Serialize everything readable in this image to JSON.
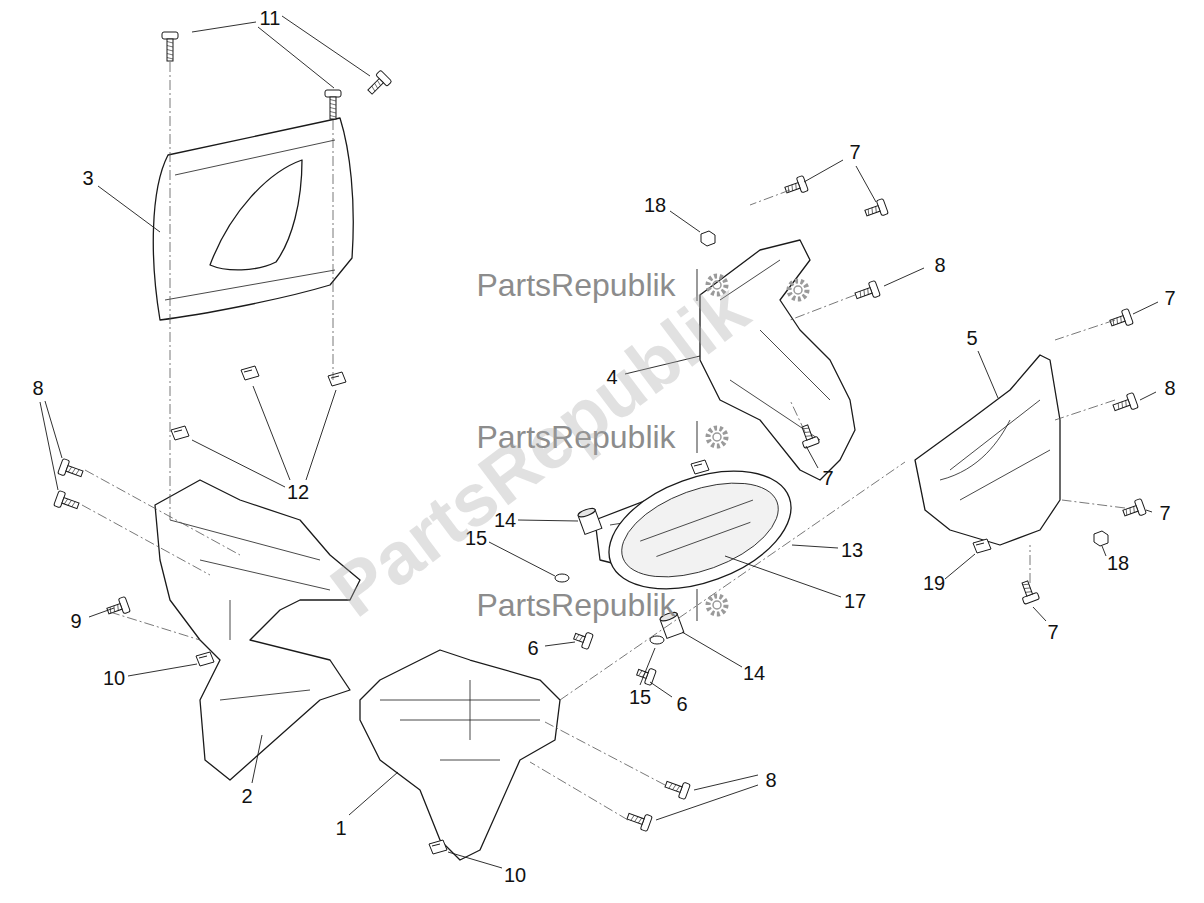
{
  "diagram": {
    "labels": [
      "11",
      "3",
      "7",
      "18",
      "8",
      "7",
      "5",
      "8",
      "12",
      "8",
      "4",
      "7",
      "14",
      "13",
      "15",
      "17",
      "9",
      "10",
      "6",
      "19",
      "18",
      "7",
      "7",
      "14",
      "6",
      "15",
      "2",
      "1",
      "8",
      "10",
      "PartsRepublik",
      "PartsRepublik",
      "PartsRepublik",
      "PartsRepublik"
    ]
  }
}
